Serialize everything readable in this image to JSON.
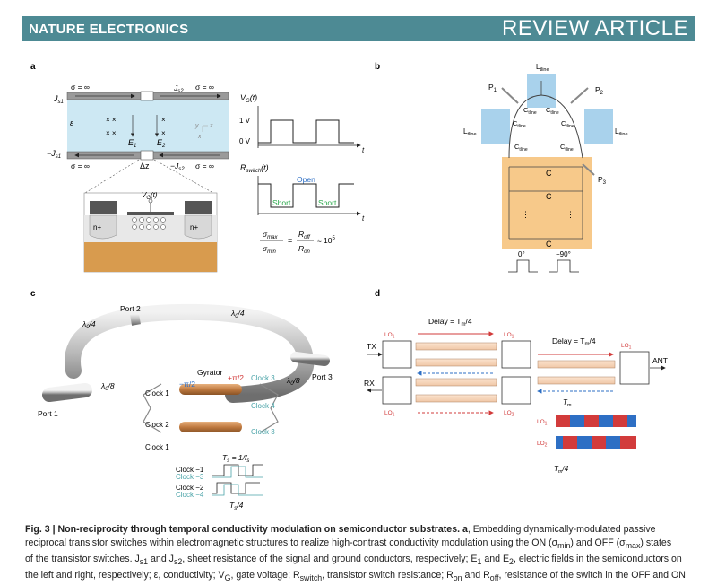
{
  "header": {
    "journal": "NATURE ELECTRONICS",
    "article_type": "REVIEW ARTICLE"
  },
  "panels": {
    "a": "a",
    "b": "b",
    "c": "c",
    "d": "d"
  },
  "panel_a": {
    "sigma_inf": "σ = ∞",
    "Js1": "J",
    "Js1_sub": "s1",
    "Js2": "J",
    "Js2_sub": "s2",
    "mJs1": "−J",
    "mJs2": "−J",
    "epsilon": "ε",
    "E1": "E",
    "E1_sub": "1",
    "E2": "E",
    "E2_sub": "2",
    "dz": "Δz",
    "y": "y",
    "z": "z",
    "x": "x",
    "vg": "V",
    "vg_sub": "G",
    "vg_t": "(t)",
    "n_plus": "n+",
    "plot1_label": "V",
    "plot1_sub": "G",
    "plot1_t": "(t)",
    "one_v": "1 V",
    "zero_v": "0 V",
    "t": "t",
    "plot2_label": "R",
    "plot2_sub": "switch",
    "plot2_t": "(t)",
    "open": "Open",
    "short": "Short",
    "ratio_text": "≈ 10",
    "ratio_exp": "5",
    "smax": "σ",
    "smax_sub": "max",
    "smin": "σ",
    "smin_sub": "min",
    "roff": "R",
    "roff_sub": "off",
    "ron": "R",
    "ron_sub": "on"
  },
  "panel_b": {
    "L_tline": "L",
    "tline_sub": "tline",
    "C_tline": "C",
    "P1": "P",
    "P1_sub": "1",
    "P2": "P",
    "P2_sub": "2",
    "P3": "P",
    "P3_sub": "3",
    "C": "C",
    "zero_deg": "0°",
    "minus90": "−90°",
    "vdots": "⋮"
  },
  "panel_c": {
    "port1": "Port 1",
    "port2": "Port 2",
    "port3": "Port 3",
    "lambda4a": "λ",
    "lambda4a_sub": "0",
    "lambda4a_tail": "/4",
    "lambda8": "/8",
    "gyrator": "Gyrator",
    "minus_pi2": "−π/2",
    "plus_pi2": "+π/2",
    "clock1": "Clock 1",
    "clock2": "Clock 2",
    "clock3": "Clock 3",
    "clock4": "Clock 4",
    "ts": "T",
    "ts_sub": "s",
    "ts_eq": " = 1/f",
    "fs_sub": "s",
    "c_m1": "Clock −1",
    "c_m3": "Clock −3",
    "c_m2": "Clock −2",
    "c_m4": "Clock −4",
    "ts4": "T",
    "ts4_sub": "s",
    "ts4_tail": "/4"
  },
  "panel_d": {
    "delay": "Delay = T",
    "delay_sub": "m",
    "delay_tail": "/4",
    "tx": "TX",
    "rx": "RX",
    "ant": "ANT",
    "lo1": "LO",
    "lo1_sub": "1",
    "lo2": "LO",
    "lo2_sub": "2",
    "tm": "T",
    "tm_sub": "m",
    "tm4": "T",
    "tm4_sub": "m",
    "tm4_tail": "/4"
  },
  "caption": {
    "fig": "Fig. 3 | Non-reciprocity through temporal conductivity modulation on semiconductor substrates. a",
    "l1": ", Embedding dynamically-modulated passive",
    "l2": "reciprocal transistor switches within electromagnetic structures to realize high-contrast conductivity modulation using the ON (σ",
    "l2b": "min",
    "l2c": ") and OFF (σ",
    "l2d": "max",
    "l2e": ") states",
    "l3": "of the transistor switches. J",
    "l3s1": "s1",
    "l3b": " and J",
    "l3s2": "s2",
    "l3c": ", sheet resistance of the signal and ground conductors, respectively; E",
    "l3e1": "1",
    "l3d": " and E",
    "l3e2": "2",
    "l3e": ", electric fields in the semiconductors on",
    "l4": "the left and right, respectively; ε, conductivity; V",
    "l4s": "G",
    "l4b": ", gate voltage; R",
    "l4r": "switch",
    "l4c": ", transistor switch resistance; R",
    "l4on": "on",
    "l4d": " and R",
    "l4off": "off",
    "l4e": ", resistance of the switch in the OFF and ON"
  },
  "colors": {
    "banner": "#4d8a94",
    "copper": "#c8824a",
    "blue": "#2e6fc4",
    "red": "#d23b3b",
    "teal": "#4aa3a8",
    "orange_bg": "#f7c98a",
    "blue_bg": "#a9d2ec",
    "green": "#2aa84a"
  }
}
